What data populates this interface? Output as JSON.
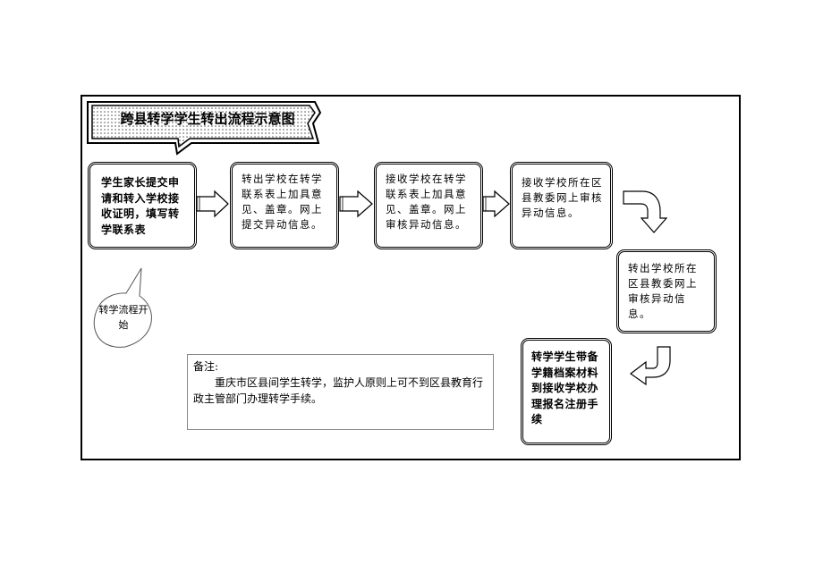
{
  "title": "跨县转学学生转出流程示意图",
  "start_bubble": "转学流程开始",
  "steps": [
    {
      "text": "学生家长提交申请和转入学校接收证明，填写转学联系表"
    },
    {
      "text": "转出学校在转学联系表上加具意见、盖章。网上提交异动信息。"
    },
    {
      "text": "接收学校在转学联系表上加具意见、盖章。网上审核异动信息。"
    },
    {
      "text": "接收学校所在区县教委网上审核异动信息。"
    },
    {
      "text": "转出学校所在区县教委网上审核异动信息。"
    },
    {
      "text": "转学学生带备学籍档案材料到接收学校办理报名注册手续"
    }
  ],
  "note": {
    "label": "备注:",
    "body": "重庆市区县间学生转学，监护人原则上可不到区县教育行政主管部门办理转学手续。"
  }
}
